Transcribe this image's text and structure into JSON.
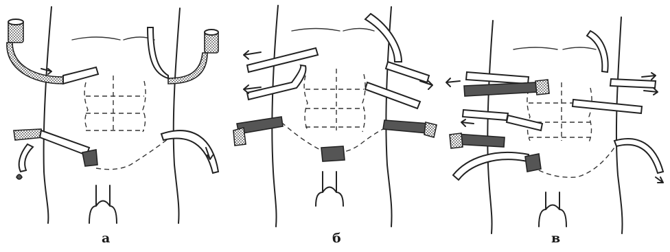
{
  "panels": [
    {
      "id": "a",
      "label": "а"
    },
    {
      "id": "b",
      "label": "б"
    },
    {
      "id": "v",
      "label": "в"
    }
  ]
}
